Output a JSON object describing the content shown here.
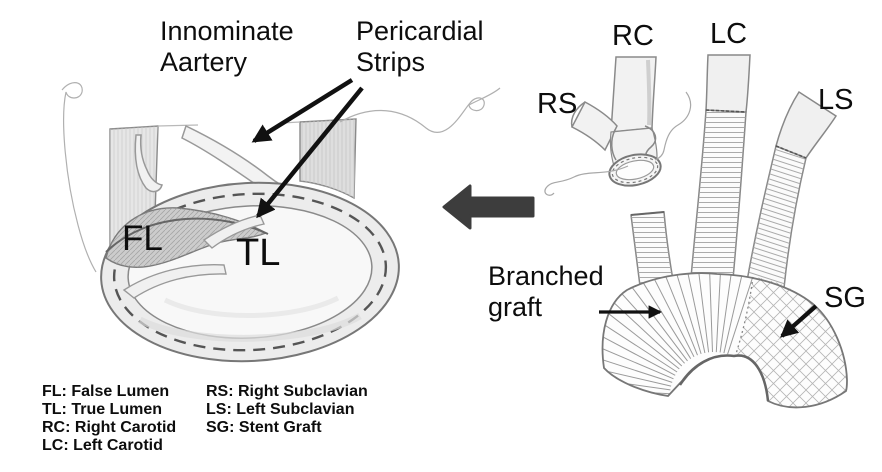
{
  "illustration": {
    "left_panel": {
      "innominate_label": "Innominate\nAartery",
      "pericardial_label": "Pericardial\nStrips",
      "false_lumen_abbr": "FL",
      "true_lumen_abbr": "TL"
    },
    "right_panel": {
      "right_carotid_abbr": "RC",
      "left_carotid_abbr": "LC",
      "right_subclavian_abbr": "RS",
      "left_subclavian_abbr": "LS",
      "stent_graft_abbr": "SG",
      "branched_graft_label": "Branched\ngraft"
    },
    "legend": {
      "column1": [
        "FL: False Lumen",
        "TL: True Lumen",
        "RC: Right Carotid",
        "LC: Left Carotid"
      ],
      "column2": [
        "RS: Right Subclavian",
        "LS: Left Subclavian",
        "SG: Stent Graft"
      ]
    },
    "colors": {
      "ink": "#111111",
      "pencil_dark": "#777777",
      "pencil_light": "#aaaaaa",
      "thick_arrow": "#3d3d3d",
      "paper": "#ffffff"
    }
  }
}
